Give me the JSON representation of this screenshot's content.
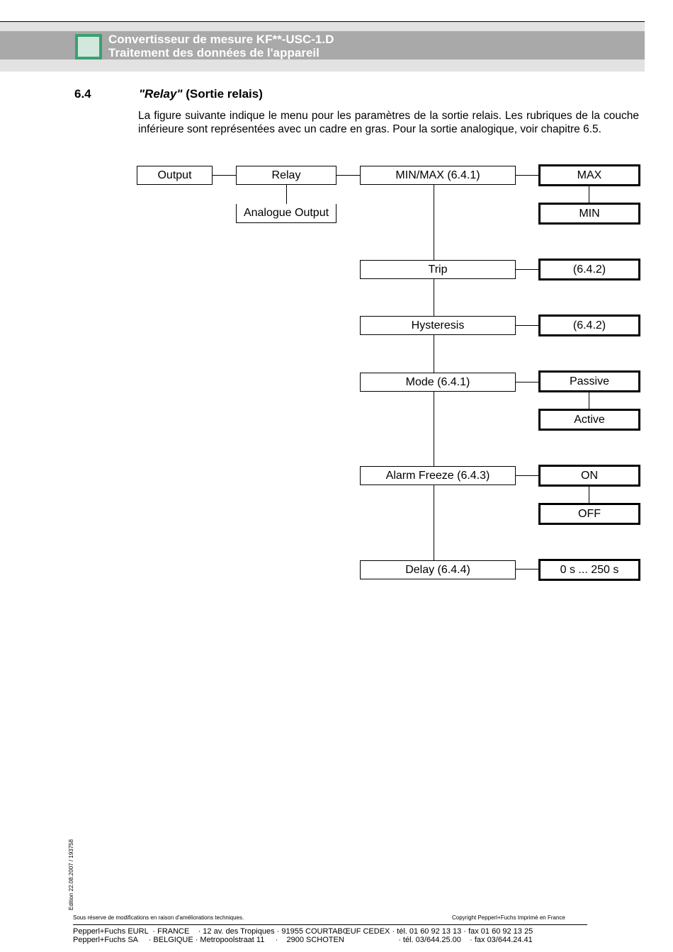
{
  "header": {
    "title_line1": "Convertisseur de mesure KF**-USC-1.D",
    "title_line2": "Traitement des données de l'appareil"
  },
  "section": {
    "number": "6.4",
    "title_quoted": "\"Relay\"",
    "title_rest": " (Sortie relais)",
    "paragraph": "La figure suivante indique le menu pour les paramètres de la sortie relais. Les rubriques de la couche inférieure sont représentées avec un cadre en gras. Pour la sortie analogique, voir chapitre 6.5."
  },
  "diagram": {
    "output": "Output",
    "relay": "Relay",
    "analogue_output": "Analogue Output",
    "minmax": "MIN/MAX (6.4.1)",
    "max": "MAX",
    "min": "MIN",
    "trip": "Trip",
    "trip_ref": "(6.4.2)",
    "hysteresis": "Hysteresis",
    "hysteresis_ref": "(6.4.2)",
    "mode": "Mode (6.4.1)",
    "passive": "Passive",
    "active": "Active",
    "alarm_freeze": "Alarm Freeze (6.4.3)",
    "on": "ON",
    "off": "OFF",
    "delay": "Delay (6.4.4)",
    "delay_range": "0 s ... 250 s"
  },
  "footer": {
    "edition": "Edition 22.08.2007 / 193758",
    "disclaimer": "Sous réserve de modifications en raison d'améliorations techniques.",
    "copyright": "Copyright Pepperl+Fuchs  Imprimé en France",
    "line1": "Pepperl+Fuchs EURL  · FRANCE    · 12 av. des Tropiques · 91955 COURTABŒUF CEDEX · tél. 01 60 92 13 13 · fax 01 60 92 13 25",
    "line2": "Pepperl+Fuchs SA     · BELGIQUE · Metropoolstraat 11     ·    2900 SCHOTEN                         · tél. 03/644.25.00    · fax 03/644.24.41"
  }
}
